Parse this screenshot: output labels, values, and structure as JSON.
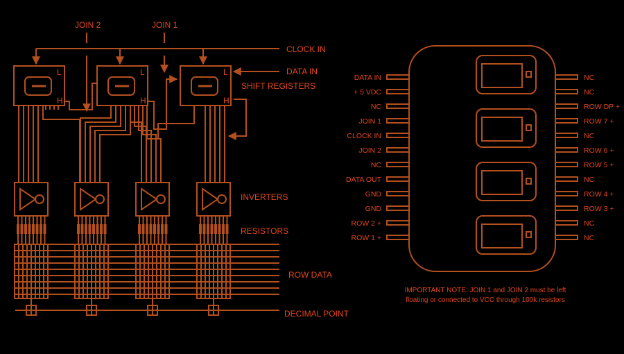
{
  "colors": {
    "background": "#000000",
    "line": "#b4501e",
    "text": "#e1461e"
  },
  "top_labels": {
    "join2": "JOIN 2",
    "join1": "JOIN 1"
  },
  "right_labels": {
    "clock_in": "CLOCK IN",
    "data_in": "DATA IN",
    "shift_registers": "SHIFT REGISTERS",
    "inverters": "INVERTERS",
    "resistors": "RESISTORS",
    "row_data": "ROW  DATA",
    "decimal_point": "DECIMAL POINT"
  },
  "register_marks": {
    "low": "L",
    "high": "H"
  },
  "pins_left": [
    "DATA IN",
    "+ 5 VDC",
    "NC",
    "JOIN 1",
    "CLOCK IN",
    "JOIN 2",
    "NC",
    "DATA OUT",
    "GND",
    "GND",
    "ROW 2 +",
    "ROW 1 +"
  ],
  "pins_right": [
    "NC",
    "NC",
    "ROW DP +",
    "ROW 7 +",
    "NC",
    "ROW 6 +",
    "ROW 5 +",
    "NC",
    "ROW 4 +",
    "ROW 3 +",
    "NC",
    "NC"
  ],
  "note": {
    "line1": "IMPORTANT NOTE: JOIN 1 and JOIN 2 must be left",
    "line2": "floating or connected to VCC through 100k resistors"
  }
}
